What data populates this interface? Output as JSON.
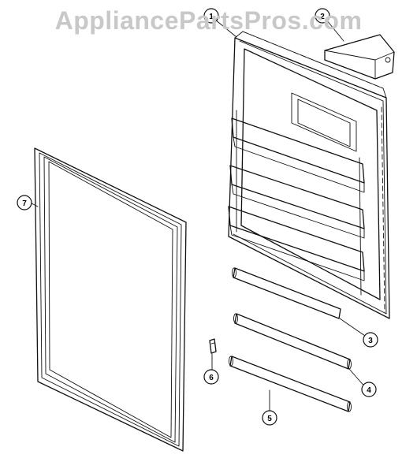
{
  "watermark": {
    "text": "AppliancePartsPros.com"
  },
  "callouts": [
    {
      "id": "door-liner",
      "label": "1"
    },
    {
      "id": "shelf-cover",
      "label": "2"
    },
    {
      "id": "bar-3",
      "label": "3"
    },
    {
      "id": "bar-4",
      "label": "4"
    },
    {
      "id": "bar-5",
      "label": "5"
    },
    {
      "id": "clip",
      "label": "6"
    },
    {
      "id": "gasket",
      "label": "7"
    }
  ]
}
